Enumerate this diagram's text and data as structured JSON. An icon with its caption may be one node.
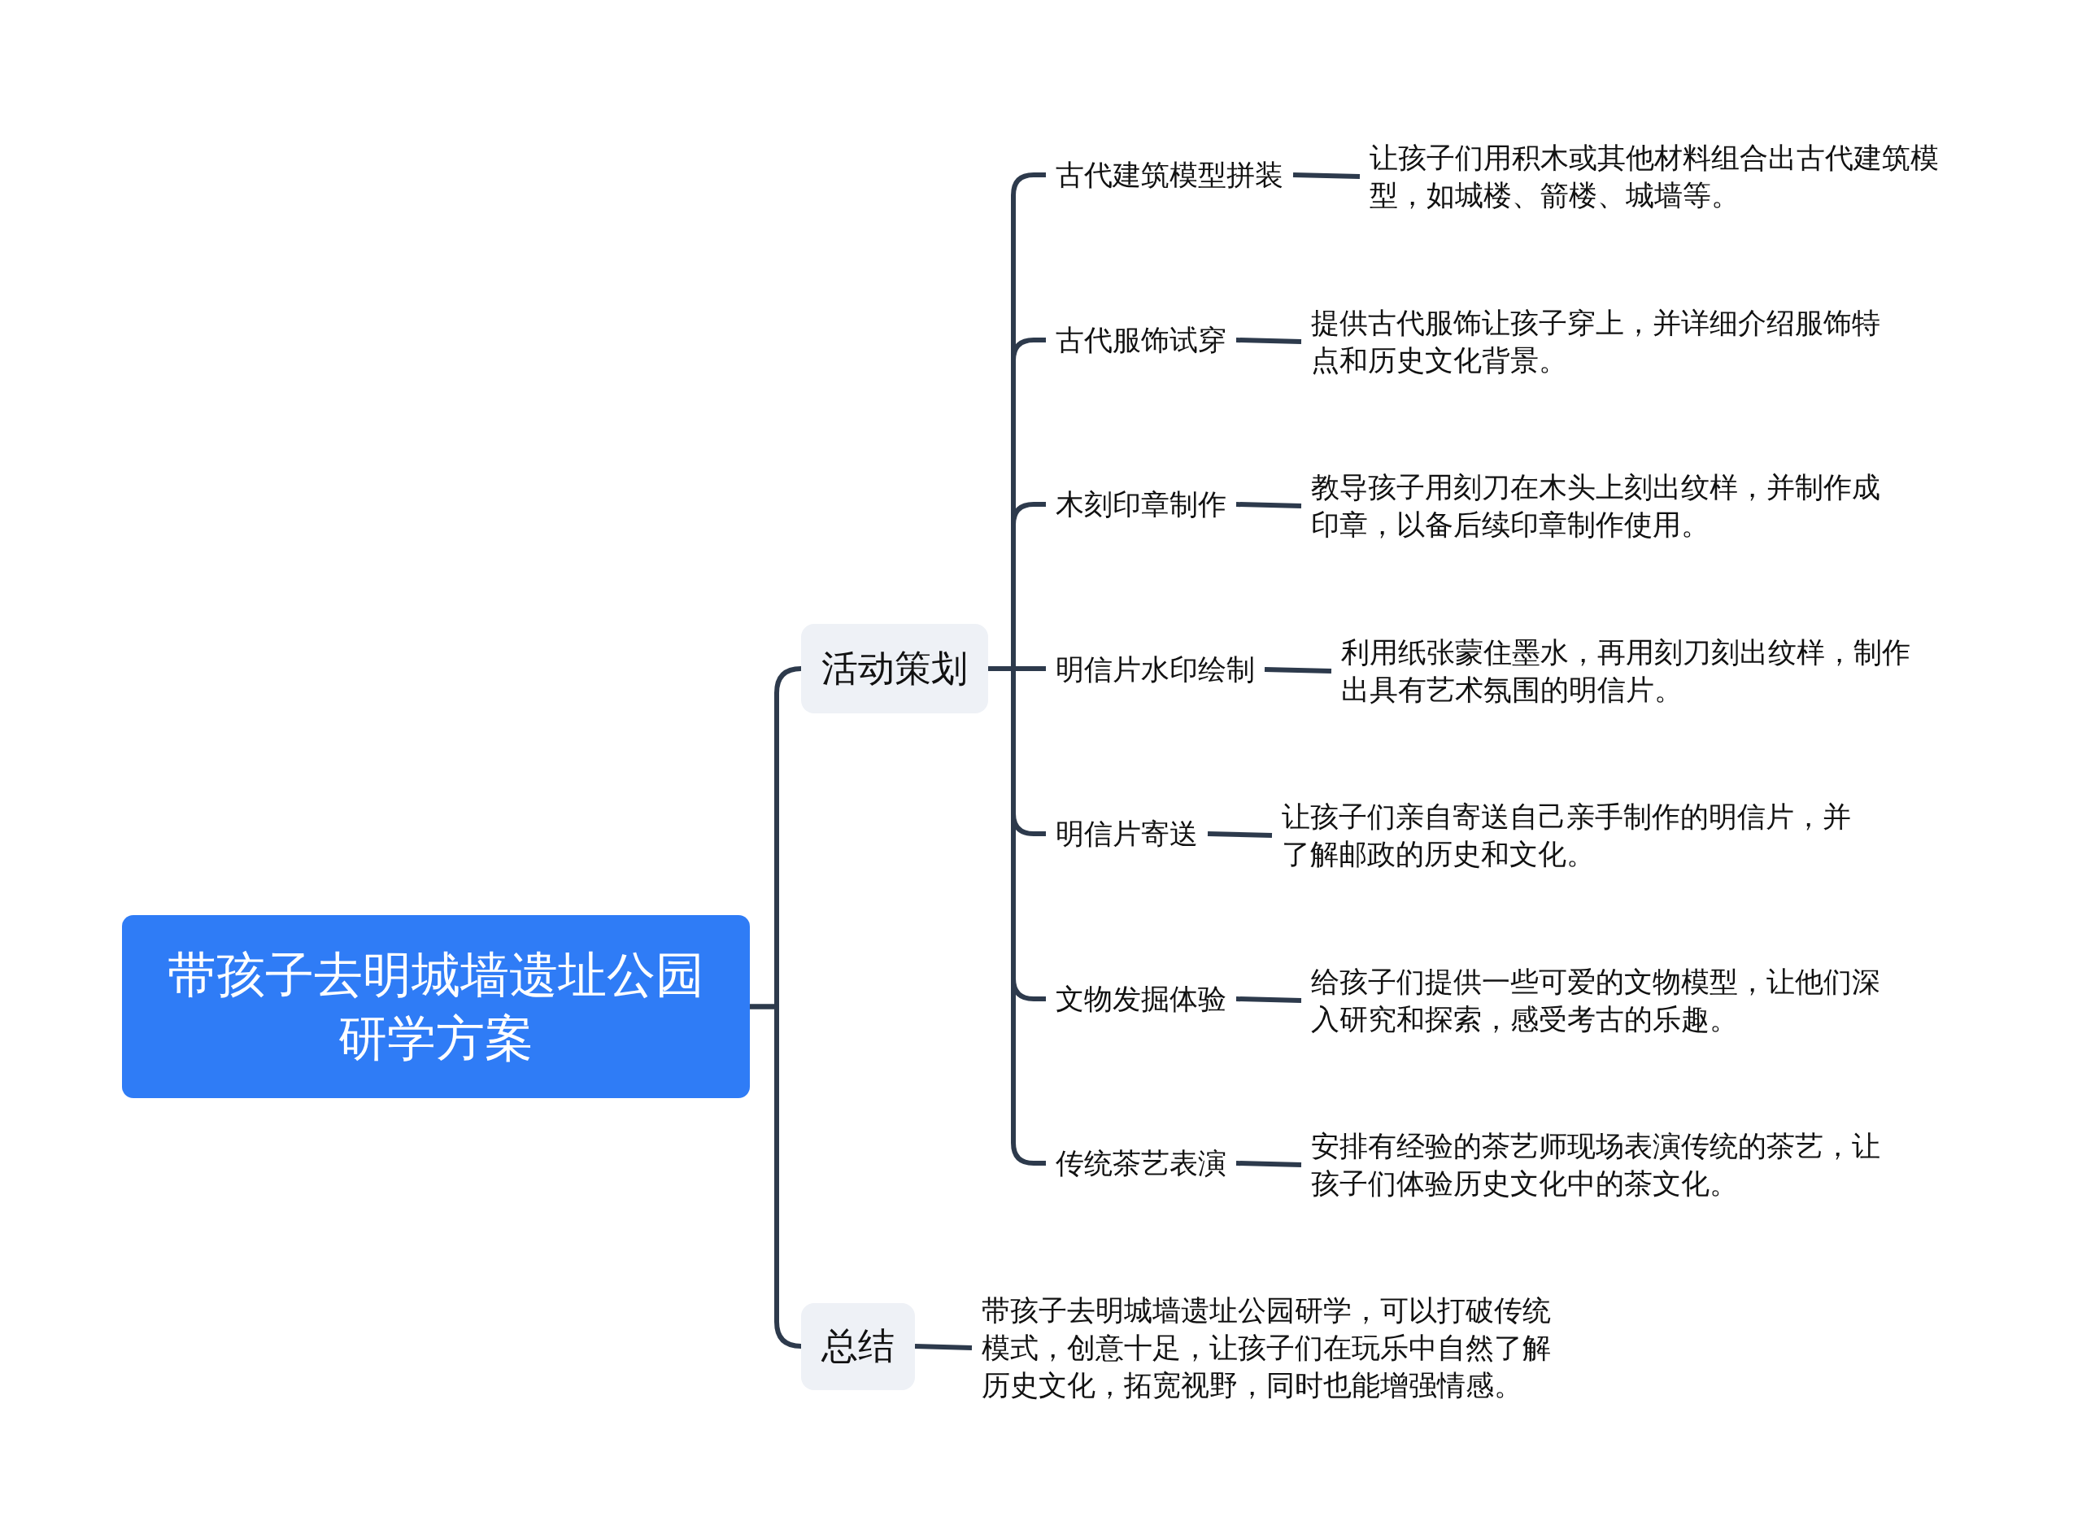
{
  "diagram": {
    "nodes": [
      {
        "text": [
          "带孩子去明城墙遗址公园研学方案"
        ]
      },
      {
        "text": [
          "活动策划"
        ]
      },
      {
        "text": [
          "古代建筑模型拼装"
        ]
      },
      {
        "text": [
          "让孩子们用积木或其他材料组合出古代建筑模型，如城楼、箭楼、城墙等。"
        ]
      },
      {
        "text": [
          "古代服饰试穿"
        ]
      },
      {
        "text": [
          "提供古代服饰让孩子穿上，并详细介绍服饰特点和历史文化背景。"
        ]
      },
      {
        "text": [
          "木刻印章制作"
        ]
      },
      {
        "text": [
          "教导孩子用刻刀在木头上刻出纹样，并制作成印章，以备后续印章制作使用。"
        ]
      },
      {
        "text": [
          "明信片水印绘制"
        ]
      },
      {
        "text": [
          "利用纸张蒙住墨水，再用刻刀刻出纹样，制作出具有艺术氛围的明信片。"
        ]
      },
      {
        "text": [
          "明信片寄送"
        ]
      },
      {
        "text": [
          "让孩子们亲自寄送自己亲手制作的明信片，并了解邮政的历史和文化。"
        ]
      },
      {
        "text": [
          "文物发掘体验"
        ]
      },
      {
        "text": [
          "给孩子们提供一些可爱的文物模型，让他们深入研究和探索，感受考古的乐趣。"
        ]
      },
      {
        "text": [
          "传统茶艺表演"
        ]
      },
      {
        "text": [
          "安排有经验的茶艺师现场表演传统的茶艺，让孩子们体验历史文化中的茶文化。"
        ]
      },
      {
        "text": [
          "总结"
        ]
      },
      {
        "text": [
          "带孩子去明城墙遗址公园研学，可以打破传统模式，创意十足，让孩子们在玩乐中自然了解历史文化，拓宽视野，同时也能增强情感。"
        ]
      }
    ],
    "edges": [
      {
        "from": 0,
        "to": 1,
        "arrow": "none"
      },
      {
        "from": 0,
        "to": 16,
        "arrow": "none"
      },
      {
        "from": 1,
        "to": 2,
        "arrow": "none"
      },
      {
        "from": 1,
        "to": 4,
        "arrow": "none"
      },
      {
        "from": 1,
        "to": 6,
        "arrow": "none"
      },
      {
        "from": 1,
        "to": 8,
        "arrow": "none"
      },
      {
        "from": 1,
        "to": 10,
        "arrow": "none"
      },
      {
        "from": 1,
        "to": 12,
        "arrow": "none"
      },
      {
        "from": 1,
        "to": 14,
        "arrow": "none"
      },
      {
        "from": 2,
        "to": 3,
        "arrow": "none"
      },
      {
        "from": 4,
        "to": 5,
        "arrow": "none"
      },
      {
        "from": 6,
        "to": 7,
        "arrow": "none"
      },
      {
        "from": 8,
        "to": 9,
        "arrow": "none"
      },
      {
        "from": 10,
        "to": 11,
        "arrow": "none"
      },
      {
        "from": 12,
        "to": 13,
        "arrow": "none"
      },
      {
        "from": 14,
        "to": 15,
        "arrow": "none"
      },
      {
        "from": 16,
        "to": 17,
        "arrow": "none"
      }
    ]
  }
}
